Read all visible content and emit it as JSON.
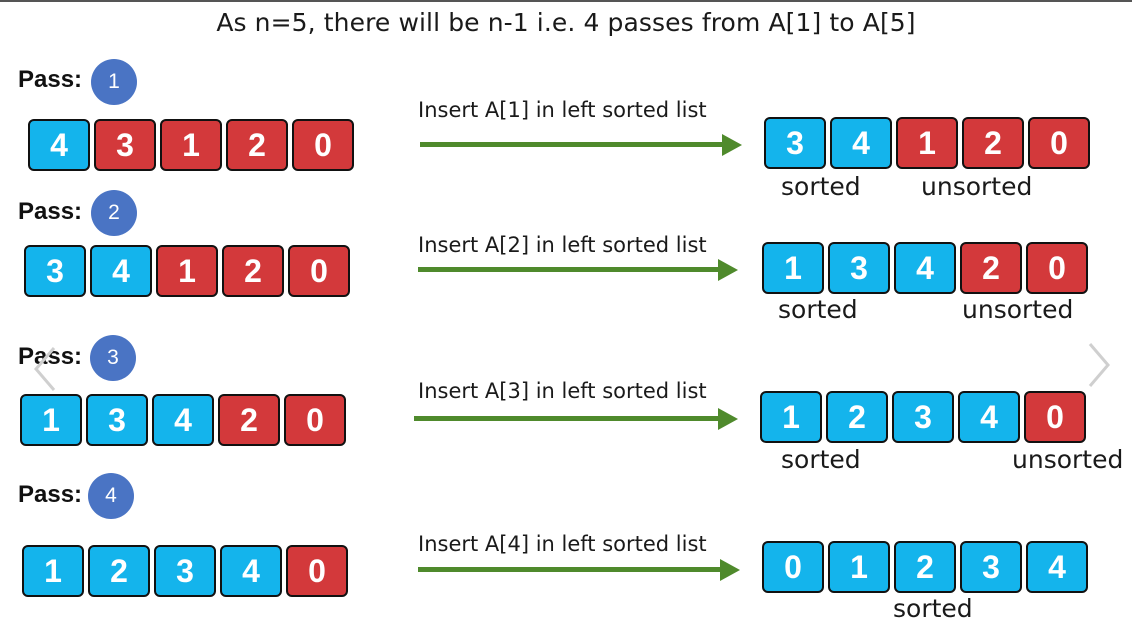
{
  "title": "As n=5, there will be n-1 i.e. 4 passes from A[1] to A[5]",
  "colors": {
    "sorted": "#14b4ec",
    "unsorted": "#d3393b",
    "badge": "#4a74c4",
    "arrow": "#4f8a2c"
  },
  "passes": [
    {
      "label": "Pass:",
      "number": "1",
      "instruction": "Insert A[1] in left sorted list",
      "before": [
        {
          "v": "4",
          "c": "blue"
        },
        {
          "v": "3",
          "c": "red"
        },
        {
          "v": "1",
          "c": "red"
        },
        {
          "v": "2",
          "c": "red"
        },
        {
          "v": "0",
          "c": "red"
        }
      ],
      "after": [
        {
          "v": "3",
          "c": "blue"
        },
        {
          "v": "4",
          "c": "blue"
        },
        {
          "v": "1",
          "c": "red"
        },
        {
          "v": "2",
          "c": "red"
        },
        {
          "v": "0",
          "c": "red"
        }
      ],
      "sorted_caption": "sorted",
      "unsorted_caption": "unsorted"
    },
    {
      "label": "Pass:",
      "number": "2",
      "instruction": "Insert A[2] in left sorted list",
      "before": [
        {
          "v": "3",
          "c": "blue"
        },
        {
          "v": "4",
          "c": "blue"
        },
        {
          "v": "1",
          "c": "red"
        },
        {
          "v": "2",
          "c": "red"
        },
        {
          "v": "0",
          "c": "red"
        }
      ],
      "after": [
        {
          "v": "1",
          "c": "blue"
        },
        {
          "v": "3",
          "c": "blue"
        },
        {
          "v": "4",
          "c": "blue"
        },
        {
          "v": "2",
          "c": "red"
        },
        {
          "v": "0",
          "c": "red"
        }
      ],
      "sorted_caption": "sorted",
      "unsorted_caption": "unsorted"
    },
    {
      "label": "Pass:",
      "number": "3",
      "instruction": "Insert A[3] in left sorted list",
      "before": [
        {
          "v": "1",
          "c": "blue"
        },
        {
          "v": "3",
          "c": "blue"
        },
        {
          "v": "4",
          "c": "blue"
        },
        {
          "v": "2",
          "c": "red"
        },
        {
          "v": "0",
          "c": "red"
        }
      ],
      "after": [
        {
          "v": "1",
          "c": "blue"
        },
        {
          "v": "2",
          "c": "blue"
        },
        {
          "v": "3",
          "c": "blue"
        },
        {
          "v": "4",
          "c": "blue"
        },
        {
          "v": "0",
          "c": "red"
        }
      ],
      "sorted_caption": "sorted",
      "unsorted_caption": "unsorted"
    },
    {
      "label": "Pass:",
      "number": "4",
      "instruction": "Insert A[4] in left sorted list",
      "before": [
        {
          "v": "1",
          "c": "blue"
        },
        {
          "v": "2",
          "c": "blue"
        },
        {
          "v": "3",
          "c": "blue"
        },
        {
          "v": "4",
          "c": "blue"
        },
        {
          "v": "0",
          "c": "red"
        }
      ],
      "after": [
        {
          "v": "0",
          "c": "blue"
        },
        {
          "v": "1",
          "c": "blue"
        },
        {
          "v": "2",
          "c": "blue"
        },
        {
          "v": "3",
          "c": "blue"
        },
        {
          "v": "4",
          "c": "blue"
        }
      ],
      "sorted_caption": "sorted"
    }
  ],
  "nav": {
    "prev_icon": "chevron-left-icon",
    "next_icon": "chevron-right-icon"
  }
}
